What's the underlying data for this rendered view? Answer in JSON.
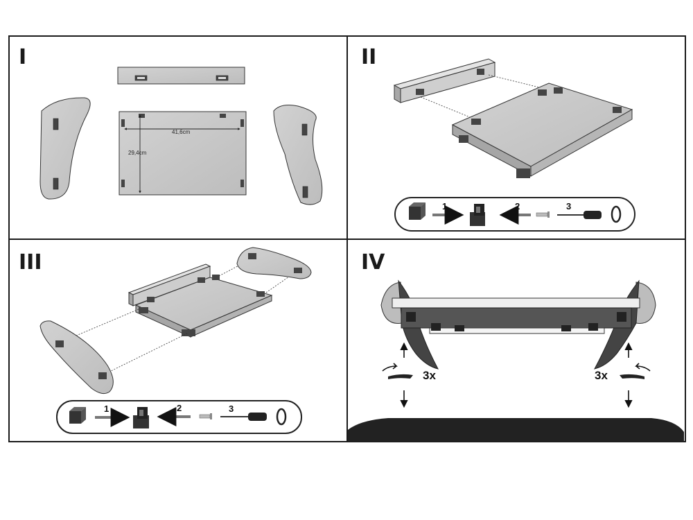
{
  "panels": [
    {
      "step": "I"
    },
    {
      "step": "II"
    },
    {
      "step": "III"
    },
    {
      "step": "IV"
    }
  ],
  "dimensions": {
    "width": "41,6cm",
    "depth": "29,4cm"
  },
  "sequence_numbers": [
    "1",
    "2",
    "3"
  ],
  "rotations": {
    "left": "3x",
    "right": "3x"
  }
}
